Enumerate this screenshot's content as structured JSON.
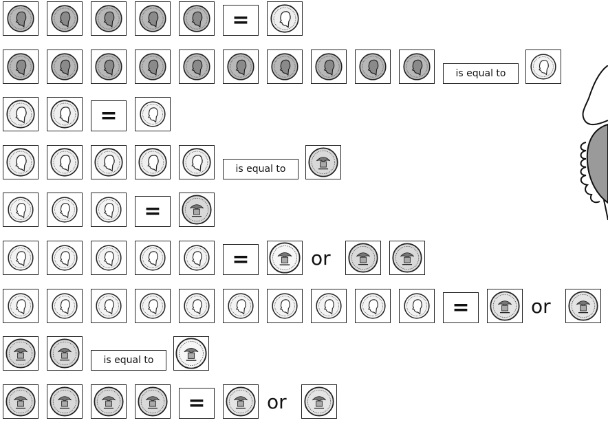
{
  "worksheet": {
    "phrase_is_equal_to": "is equal to",
    "equals_sign": "=",
    "word_or": "or",
    "coin_icons": {
      "penny": "penny-coin-icon",
      "nickel": "nickel-coin-icon",
      "dime": "dime-coin-icon",
      "quarter": "quarter-coin-icon",
      "half_dollar": "half-dollar-coin-icon",
      "dollar_coin": "dollar-coin-icon"
    },
    "rows": [
      [
        [
          "c",
          "penny"
        ],
        [
          "c",
          "penny"
        ],
        [
          "c",
          "penny"
        ],
        [
          "c",
          "penny"
        ],
        [
          "c",
          "penny"
        ],
        [
          "eq"
        ],
        [
          "c",
          "nickel"
        ]
      ],
      [
        [
          "c",
          "penny"
        ],
        [
          "c",
          "penny"
        ],
        [
          "c",
          "penny"
        ],
        [
          "c",
          "penny"
        ],
        [
          "c",
          "penny"
        ],
        [
          "c",
          "penny"
        ],
        [
          "c",
          "penny"
        ],
        [
          "c",
          "penny"
        ],
        [
          "c",
          "penny"
        ],
        [
          "c",
          "penny"
        ],
        [
          "phrase"
        ],
        [
          "c",
          "dime"
        ]
      ],
      [
        [
          "c",
          "nickel"
        ],
        [
          "c",
          "nickel"
        ],
        [
          "eq"
        ],
        [
          "c",
          "dime"
        ]
      ],
      [
        [
          "c",
          "nickel"
        ],
        [
          "c",
          "nickel"
        ],
        [
          "c",
          "nickel"
        ],
        [
          "c",
          "nickel"
        ],
        [
          "c",
          "nickel"
        ],
        [
          "phrase"
        ],
        [
          "c",
          "quarter"
        ]
      ],
      [
        [
          "c",
          "dime"
        ],
        [
          "c",
          "dime"
        ],
        [
          "c",
          "dime"
        ],
        [
          "eq"
        ],
        [
          "c",
          "quarter"
        ]
      ],
      [
        [
          "c",
          "dime"
        ],
        [
          "c",
          "dime"
        ],
        [
          "c",
          "dime"
        ],
        [
          "c",
          "dime"
        ],
        [
          "c",
          "dime"
        ],
        [
          "eq"
        ],
        [
          "c",
          "half_dollar"
        ],
        [
          "or"
        ],
        [
          "c",
          "quarter"
        ],
        [
          "c",
          "quarter"
        ]
      ],
      [
        [
          "c",
          "dime"
        ],
        [
          "c",
          "dime"
        ],
        [
          "c",
          "dime"
        ],
        [
          "c",
          "dime"
        ],
        [
          "c",
          "dime"
        ],
        [
          "c",
          "dime"
        ],
        [
          "c",
          "dime"
        ],
        [
          "c",
          "dime"
        ],
        [
          "c",
          "dime"
        ],
        [
          "c",
          "dime"
        ],
        [
          "eq"
        ],
        [
          "c",
          "dollar_coin"
        ],
        [
          "or"
        ],
        [
          "c",
          "dollar_coin"
        ]
      ],
      [
        [
          "c",
          "quarter"
        ],
        [
          "c",
          "quarter"
        ],
        [
          "phrase"
        ],
        [
          "c",
          "half_dollar"
        ]
      ],
      [
        [
          "c",
          "quarter"
        ],
        [
          "c",
          "quarter"
        ],
        [
          "c",
          "quarter"
        ],
        [
          "c",
          "quarter"
        ],
        [
          "eq"
        ],
        [
          "c",
          "dollar_coin"
        ],
        [
          "or"
        ],
        [
          "c",
          "dollar_coin"
        ]
      ]
    ]
  }
}
